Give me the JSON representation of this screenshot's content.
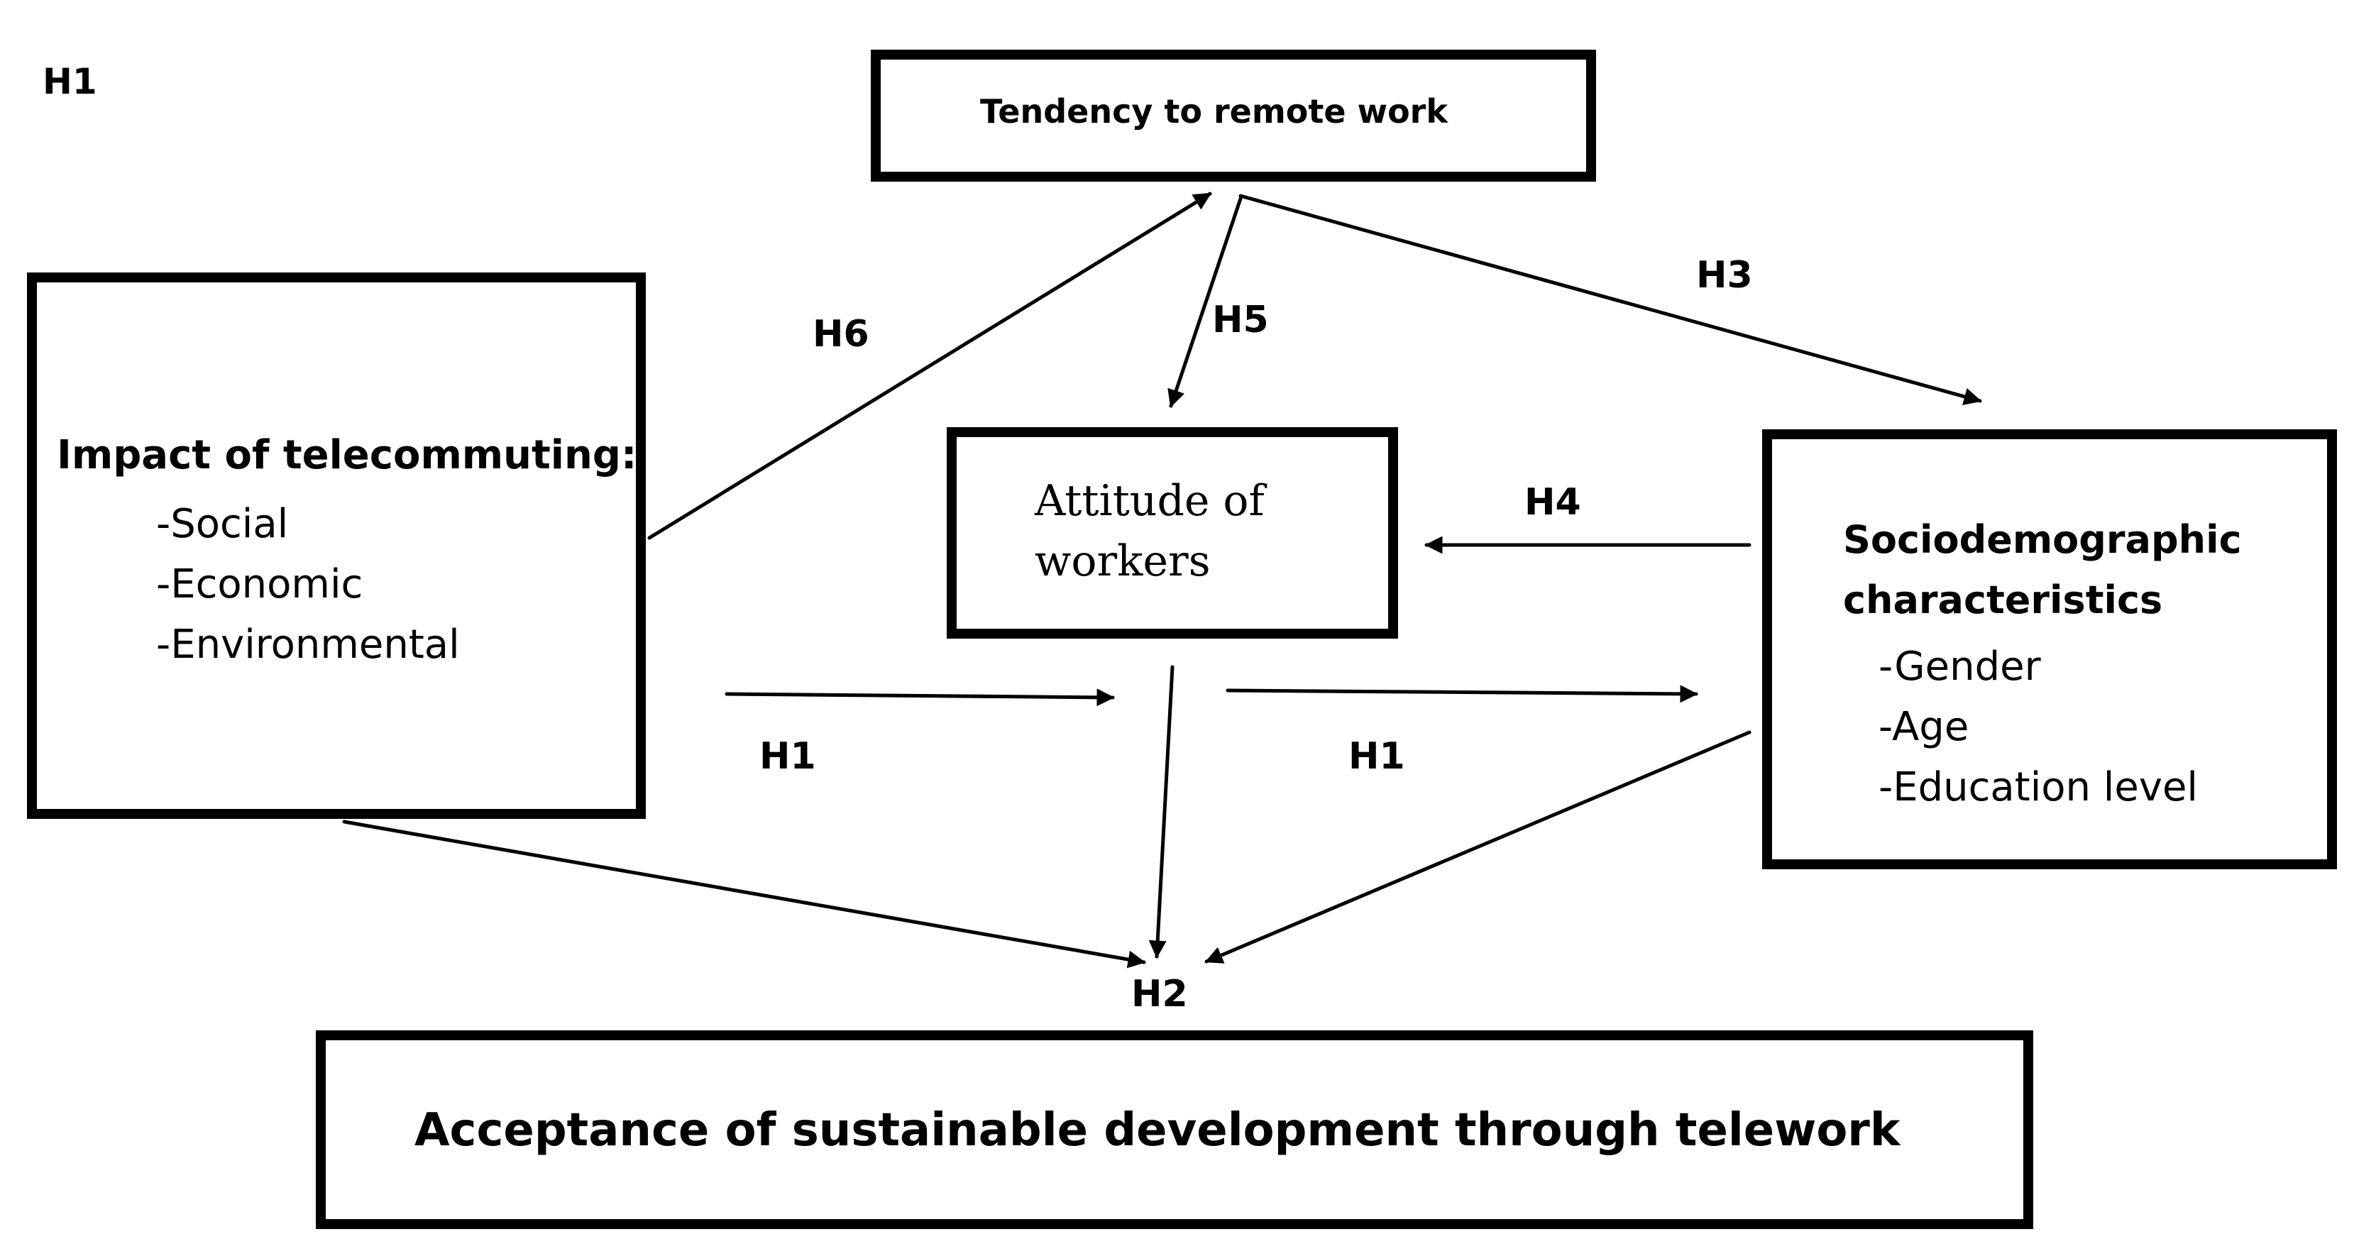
{
  "nodes": {
    "tendency": {
      "label": "Tendency to remote work"
    },
    "impact": {
      "title": "Impact of telecommuting:",
      "items": [
        "-Social",
        "-Economic",
        "-Environmental"
      ]
    },
    "attitude": {
      "line1": "Attitude of",
      "line2": "workers"
    },
    "socio": {
      "line1": "Sociodemographic",
      "line2": "characteristics",
      "items": [
        "-Gender",
        "-Age",
        "-Education level"
      ]
    },
    "acceptance": {
      "label": "Acceptance of sustainable development through telework"
    }
  },
  "hypotheses": {
    "h1_corner": "H1",
    "h6": "H6",
    "h5": "H5",
    "h3": "H3",
    "h4": "H4",
    "h1_left": "H1",
    "h1_right": "H1",
    "h2": "H2"
  }
}
